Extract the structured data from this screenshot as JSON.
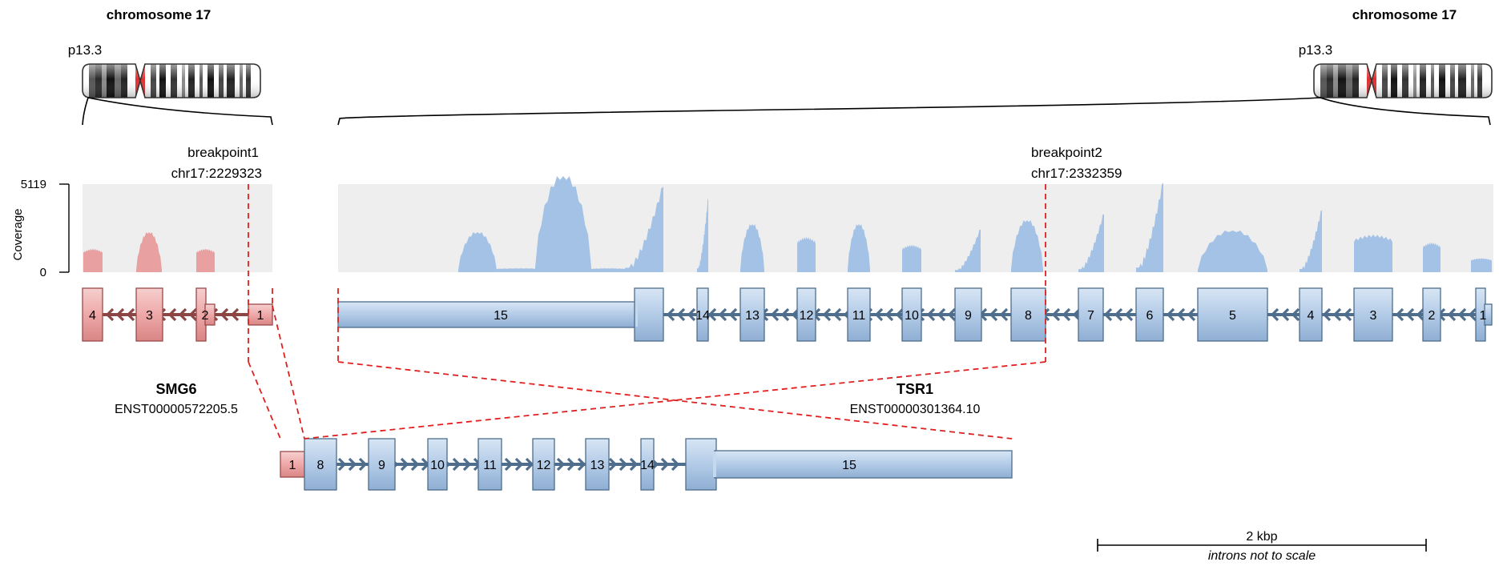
{
  "chromosome1": {
    "title": "chromosome 17",
    "band": "p13.3"
  },
  "chromosome2": {
    "title": "chromosome 17",
    "band": "p13.3"
  },
  "breakpoint1": {
    "label": "breakpoint1",
    "position": "chr17:2229323"
  },
  "breakpoint2": {
    "label": "breakpoint2",
    "position": "chr17:2332359"
  },
  "coverage": {
    "axis_label": "Coverage",
    "max_label": "5119",
    "min_label": "0"
  },
  "gene1": {
    "name": "SMG6",
    "transcript": "ENST00000572205.5",
    "color_fill": "#f0b0b0",
    "color_stroke": "#9a4a4a"
  },
  "gene2": {
    "name": "TSR1",
    "transcript": "ENST00000301364.10",
    "color_fill": "#b6cde8",
    "color_stroke": "#4f6d8c"
  },
  "gene1_exons": [
    "4",
    "3",
    "2",
    "1"
  ],
  "gene2_exons": [
    "15",
    "14",
    "13",
    "12",
    "11",
    "10",
    "9",
    "8",
    "7",
    "6",
    "5",
    "4",
    "3",
    "2",
    "1"
  ],
  "fusion_exons": [
    "1",
    "8",
    "9",
    "10",
    "11",
    "12",
    "13",
    "14",
    "15"
  ],
  "scale": {
    "label": "2 kbp",
    "note": "introns not to scale"
  },
  "colors": {
    "track_bg": "#eeeeee",
    "coverage1": "#e8a0a0",
    "coverage2": "#a4c2e6",
    "breakpoint": "#e02020"
  }
}
